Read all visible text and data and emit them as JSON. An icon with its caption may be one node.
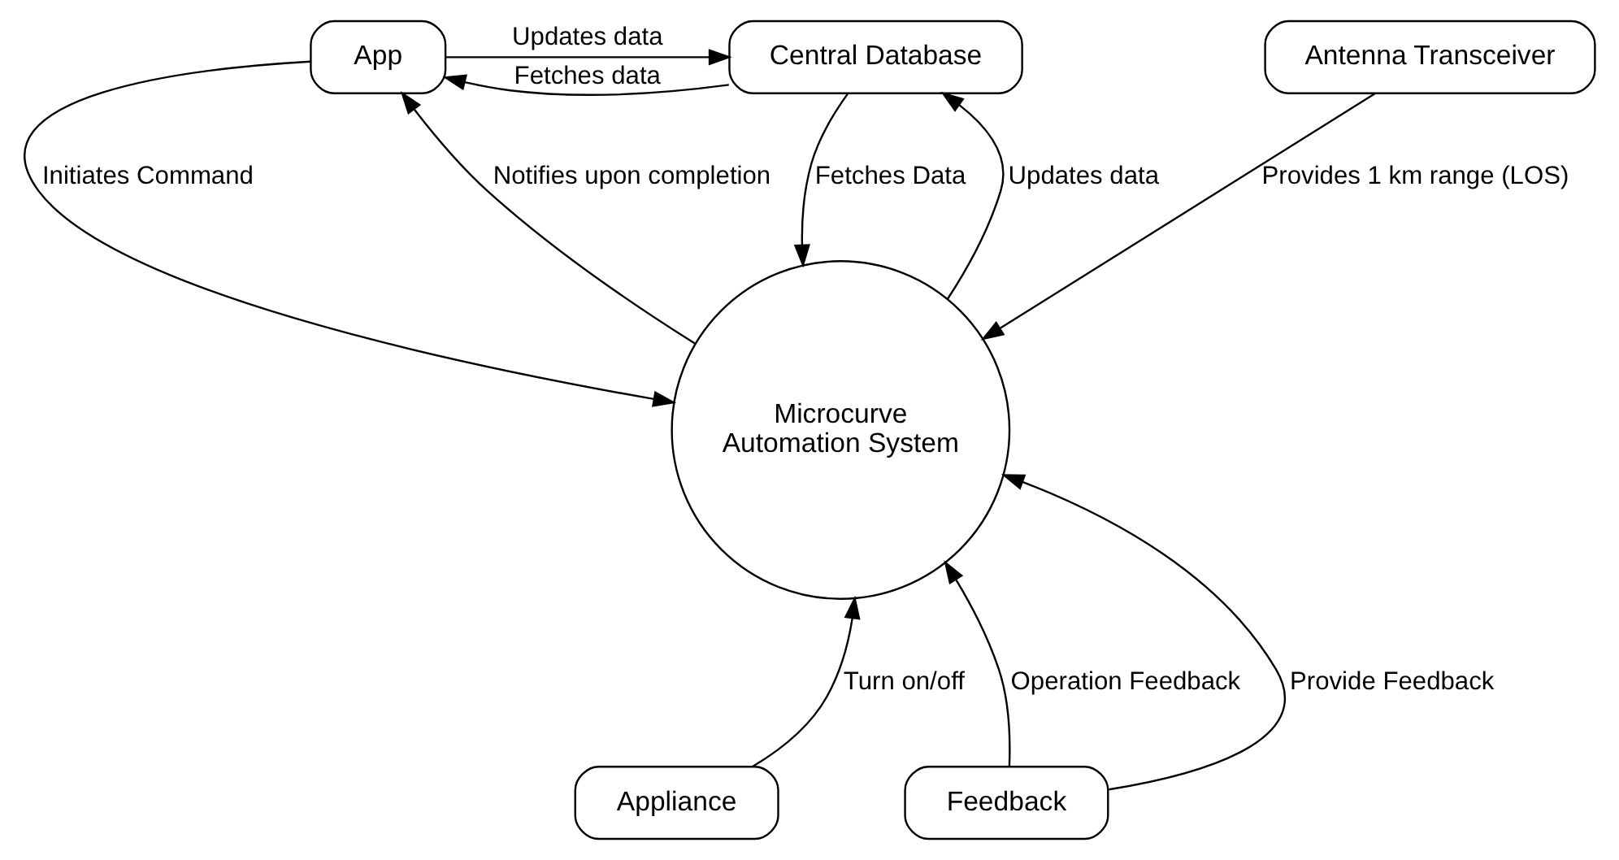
{
  "diagram": {
    "nodes": [
      {
        "text": [
          "App"
        ]
      },
      {
        "text": [
          "Central Database"
        ]
      },
      {
        "text": [
          "Antenna Transceiver"
        ]
      },
      {
        "text": [
          "Microcurve Automation System"
        ]
      },
      {
        "text": [
          "Appliance"
        ]
      },
      {
        "text": [
          "Feedback"
        ]
      }
    ],
    "edges": [
      {
        "from": 0,
        "to": 1,
        "arrow": "to",
        "label": "Updates data"
      },
      {
        "from": 1,
        "to": 0,
        "arrow": "to",
        "label": "Fetches data"
      },
      {
        "from": 3,
        "to": 1,
        "arrow": "to",
        "label": "Updates data"
      },
      {
        "from": 1,
        "to": 3,
        "arrow": "to",
        "label": "Fetches Data"
      },
      {
        "from": 2,
        "to": 3,
        "arrow": "to",
        "label": "Provides 1 km range (LOS)"
      },
      {
        "from": 0,
        "to": 3,
        "arrow": "to",
        "label": "Initiates Command"
      },
      {
        "from": 3,
        "to": 0,
        "arrow": "to",
        "label": "Notifies upon completion"
      },
      {
        "from": 5,
        "to": 3,
        "arrow": "to",
        "label": "Operation Feedback"
      },
      {
        "from": 4,
        "to": 3,
        "arrow": "to",
        "label": "Turn on/off"
      },
      {
        "from": 5,
        "to": 3,
        "arrow": "to",
        "label": "Provide Feedback"
      }
    ]
  }
}
